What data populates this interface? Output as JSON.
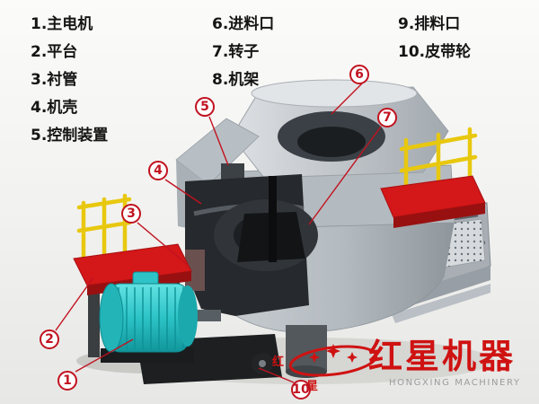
{
  "legend": {
    "col1": [
      "1.主电机",
      "2.平台",
      "3.衬管",
      "4.机壳",
      "5.控制装置"
    ],
    "col2": [
      "6.进料口",
      "7.转子",
      "8.机架"
    ],
    "col3": [
      "9.排料口",
      "10.皮带轮"
    ]
  },
  "callouts": {
    "n1": "1",
    "n2": "2",
    "n3": "3",
    "n4": "4",
    "n5": "5",
    "n6": "6",
    "n7": "7",
    "n10": "10"
  },
  "logo": {
    "brand_cn": "红星机器",
    "brand_en": "HONGXING MACHINERY",
    "mark_cn_1": "红",
    "mark_cn_2": "星"
  },
  "colors": {
    "callout_red": "#c1121f",
    "brand_red": "#cf1212",
    "motor_teal": "#2cc3c7",
    "platform_red": "#d41718",
    "railing_yellow": "#e8c80f",
    "body_gray": "#b4bbc0"
  }
}
